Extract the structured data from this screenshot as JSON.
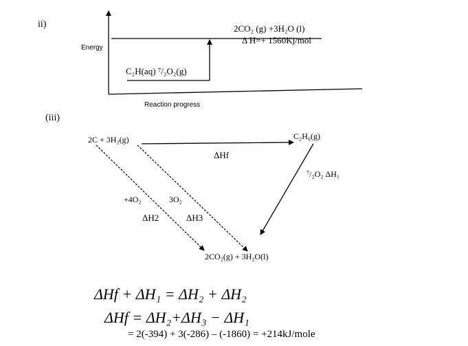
{
  "part2": {
    "label": "ii)",
    "y_axis_label": "Energy",
    "x_axis_label": "Reaction progress",
    "product_species": "2CO₂ (g) +3H₂O (l)",
    "delta_h_label": "Δ H=+ 1560Kj/mol",
    "reactant_species": "C₂H(aq) ⁷/₂O₂(g)"
  },
  "part3": {
    "label": "(iii)",
    "reactants": "2C  +  3H₂(g)",
    "ethane": "C₂H₆(g)",
    "products": "2CO₂(g) + 3H₂O(l)",
    "dhf": "ΔHf",
    "o2_h1": "⁷/₂O₂ ΔH₁",
    "o2_4": "+4O₂",
    "o2_3": "3O₂",
    "dh2": "ΔH2",
    "dh3": "ΔH3"
  },
  "equations": {
    "line1": "ΔHf + ΔH₁ = ΔH₂ + ΔH₂",
    "line2": "ΔHf = ΔH₂+ΔH₃ − ΔH₁",
    "line3": "= 2(-394) + 3(-286) – (-1860) = +214kJ/mole"
  }
}
